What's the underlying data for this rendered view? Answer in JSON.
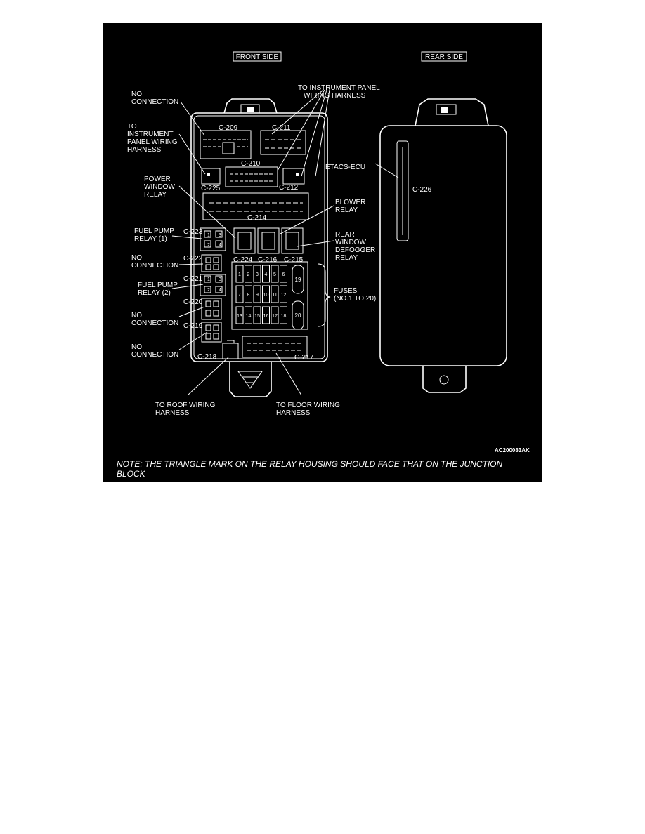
{
  "headings": {
    "front": "FRONT SIDE",
    "rear": "REAR SIDE"
  },
  "labels": {
    "no_connection_1": [
      "NO",
      "CONNECTION"
    ],
    "to_ip_harness_top": [
      "TO INSTRUMENT PANEL",
      "WIRING HARNESS"
    ],
    "to_ip_harness_left": [
      "TO",
      "INSTRUMENT",
      "PANEL WIRING",
      "HARNESS"
    ],
    "power_window_relay": [
      "POWER",
      "WINDOW",
      "RELAY"
    ],
    "fuel_pump_relay_1": [
      "FUEL PUMP",
      "RELAY (1)"
    ],
    "no_connection_2": [
      "NO",
      "CONNECTION"
    ],
    "fuel_pump_relay_2": [
      "FUEL PUMP",
      "RELAY (2)"
    ],
    "no_connection_3": [
      "NO",
      "CONNECTION"
    ],
    "no_connection_4": [
      "NO",
      "CONNECTION"
    ],
    "blower_relay": [
      "BLOWER",
      "RELAY"
    ],
    "rear_window_defogger_relay": [
      "REAR",
      "WINDOW",
      "DEFOGGER",
      "RELAY"
    ],
    "fuses": [
      "FUSES",
      "(NO.1 TO 20)"
    ],
    "to_roof_harness": [
      "TO ROOF WIRING",
      "HARNESS"
    ],
    "to_floor_harness": [
      "TO FLOOR WIRING",
      "HARNESS"
    ],
    "etacs": "ETACS-ECU"
  },
  "connectors": {
    "c209": "C-209",
    "c211": "C-211",
    "c210": "C-210",
    "c225": "C-225",
    "c212": "C-212",
    "c214": "C-214",
    "c223": "C-223",
    "c224": "C-224",
    "c216": "C-216",
    "c215": "C-215",
    "c222": "C-222",
    "c221": "C-221",
    "c220": "C-220",
    "c219": "C-219",
    "c218": "C-218",
    "c217": "C-217",
    "c226": "C-226"
  },
  "fuse_numbers": [
    "1",
    "2",
    "3",
    "4",
    "5",
    "6",
    "7",
    "8",
    "9",
    "10",
    "11",
    "12",
    "13",
    "14",
    "15",
    "16",
    "17",
    "18",
    "19",
    "20"
  ],
  "relay_pins": {
    "r223": [
      "1",
      "3",
      "2",
      "4"
    ],
    "r221": [
      "1",
      "3",
      "2",
      "4"
    ]
  },
  "figure_code": "AC200083AK",
  "note": [
    "NOTE: THE TRIANGLE MARK ON THE RELAY HOUSING SHOULD FACE THAT ON THE JUNCTION",
    "BLOCK"
  ]
}
